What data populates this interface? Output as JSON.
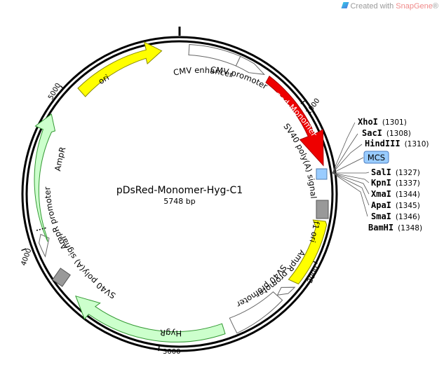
{
  "watermark": {
    "prefix": "Created with ",
    "brand": "SnapGene",
    "suffix": "®"
  },
  "plasmid": {
    "name": "pDsRed-Monomer-Hyg-C1",
    "length": "5748 bp"
  },
  "ticks": [
    "1000",
    "2000",
    "3000",
    "4000",
    "5000"
  ],
  "features": {
    "cmv_promoter": "CMV promoter",
    "cmv_enhancer": "CMV enhancer",
    "dsred": "DsRed-Monomer",
    "sv40_polya_1": "SV40 poly(A) signal",
    "f1_ori": "f1 ori",
    "ampr_promoter_1": "AmpR promoter",
    "sv40_promoter": "SV40 promoter",
    "hygr": "HygR",
    "sv40_polya_2": "SV40 poly(A) signal",
    "ampr_promoter_2": "AmpR promoter",
    "ampr": "AmpR",
    "ori": "ori",
    "mcs": "MCS"
  },
  "sites": [
    {
      "name": "XhoI",
      "pos": "(1301)"
    },
    {
      "name": "SacI",
      "pos": "(1308)"
    },
    {
      "name": "HindIII",
      "pos": "(1310)"
    },
    {
      "name": "SalI",
      "pos": "(1327)"
    },
    {
      "name": "KpnI",
      "pos": "(1337)"
    },
    {
      "name": "XmaI",
      "pos": "(1344)"
    },
    {
      "name": "ApaI",
      "pos": "(1345)"
    },
    {
      "name": "SmaI",
      "pos": "(1346)"
    },
    {
      "name": "BamHI",
      "pos": "(1348)"
    }
  ],
  "colors": {
    "dsred": "#ee0000",
    "ori": "#ffff00",
    "f1_ori": "#ffff00",
    "ampr": "#ccffcc",
    "hygr": "#ccffcc",
    "promoter": "#ffffff",
    "polya": "#999999",
    "mcs": "#99ccff"
  }
}
